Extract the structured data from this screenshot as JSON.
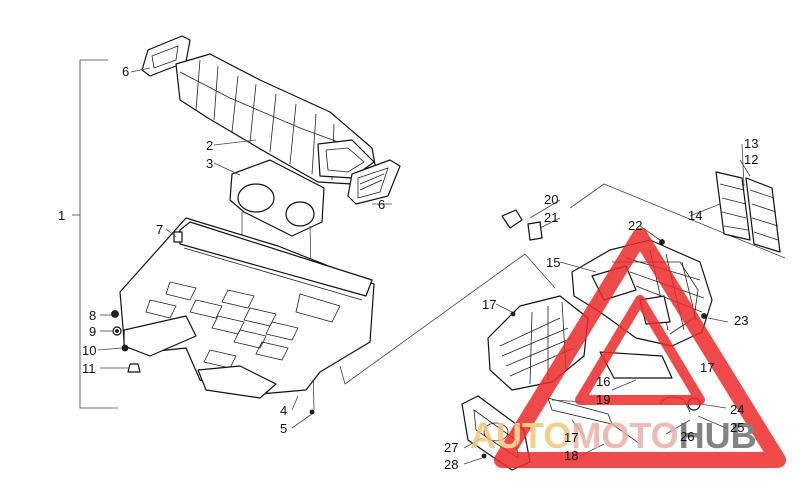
{
  "callouts": [
    {
      "id": "1",
      "text": "1"
    },
    {
      "id": "2",
      "text": "2"
    },
    {
      "id": "3",
      "text": "3"
    },
    {
      "id": "4",
      "text": "4"
    },
    {
      "id": "5",
      "text": "5"
    },
    {
      "id": "6a",
      "text": "6"
    },
    {
      "id": "6b",
      "text": "6"
    },
    {
      "id": "7",
      "text": "7"
    },
    {
      "id": "8",
      "text": "8"
    },
    {
      "id": "9",
      "text": "9"
    },
    {
      "id": "10",
      "text": "10"
    },
    {
      "id": "11",
      "text": "11"
    },
    {
      "id": "12",
      "text": "12"
    },
    {
      "id": "13",
      "text": "13"
    },
    {
      "id": "14",
      "text": "14"
    },
    {
      "id": "15",
      "text": "15"
    },
    {
      "id": "16",
      "text": "16"
    },
    {
      "id": "17a",
      "text": "17"
    },
    {
      "id": "17b",
      "text": "17"
    },
    {
      "id": "17c",
      "text": "17"
    },
    {
      "id": "18",
      "text": "18"
    },
    {
      "id": "19",
      "text": "19"
    },
    {
      "id": "20",
      "text": "20"
    },
    {
      "id": "21",
      "text": "21"
    },
    {
      "id": "22",
      "text": "22"
    },
    {
      "id": "23",
      "text": "23"
    },
    {
      "id": "24",
      "text": "24"
    },
    {
      "id": "25",
      "text": "25"
    },
    {
      "id": "26",
      "text": "26"
    },
    {
      "id": "27",
      "text": "27"
    },
    {
      "id": "28",
      "text": "28"
    }
  ],
  "watermark": {
    "part1": "AUTO",
    "part2": "MOTO",
    "part3": "HUB",
    "color_auto": "#f2c77a",
    "color_moto": "#e8b0a8",
    "color_hub": "#6e6e6e",
    "triangle_color": "#ee2a2a"
  }
}
